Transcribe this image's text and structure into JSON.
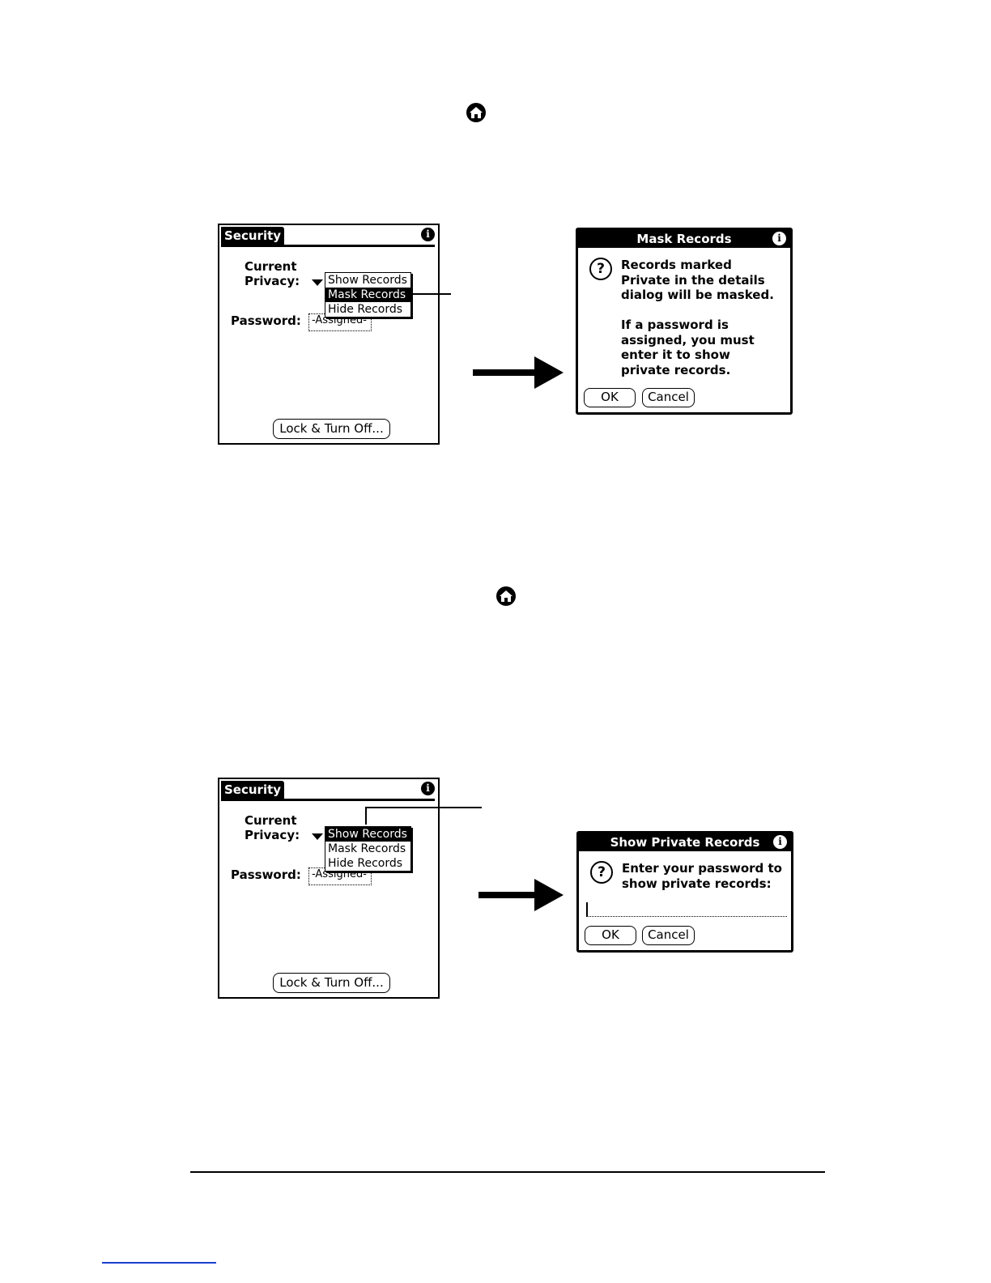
{
  "icons": {
    "home": "home-icon",
    "info": "info-icon",
    "question": "question-icon",
    "dropdown": "triangle-down-icon"
  },
  "top": {
    "screen": {
      "title": "Security",
      "info_glyph": "i",
      "current_label": "Current",
      "privacy_label": "Privacy:",
      "password_label": "Password:",
      "password_value": "-Assigned-",
      "menu": [
        {
          "label": "Show Records",
          "selected": false
        },
        {
          "label": "Mask Records",
          "selected": true
        },
        {
          "label": "Hide Records",
          "selected": false
        }
      ],
      "lock_button": "Lock & Turn Off..."
    },
    "dialog": {
      "title": "Mask Records",
      "info_glyph": "i",
      "question_glyph": "?",
      "message": "Records marked\nPrivate in the details\ndialog will be masked.\n\nIf a password is\nassigned, you must\nenter it to show\nprivate records.",
      "ok": "OK",
      "cancel": "Cancel"
    }
  },
  "bottom": {
    "screen": {
      "title": "Security",
      "info_glyph": "i",
      "current_label": "Current",
      "privacy_label": "Privacy:",
      "password_label": "Password:",
      "password_value": "-Assigned-",
      "menu": [
        {
          "label": "Show Records",
          "selected": true
        },
        {
          "label": "Mask Records",
          "selected": false
        },
        {
          "label": "Hide Records",
          "selected": false
        }
      ],
      "lock_button": "Lock & Turn Off..."
    },
    "dialog": {
      "title": "Show Private Records",
      "info_glyph": "i",
      "question_glyph": "?",
      "message": "Enter your password to\nshow private records:",
      "input_value": "",
      "ok": "OK",
      "cancel": "Cancel"
    }
  }
}
